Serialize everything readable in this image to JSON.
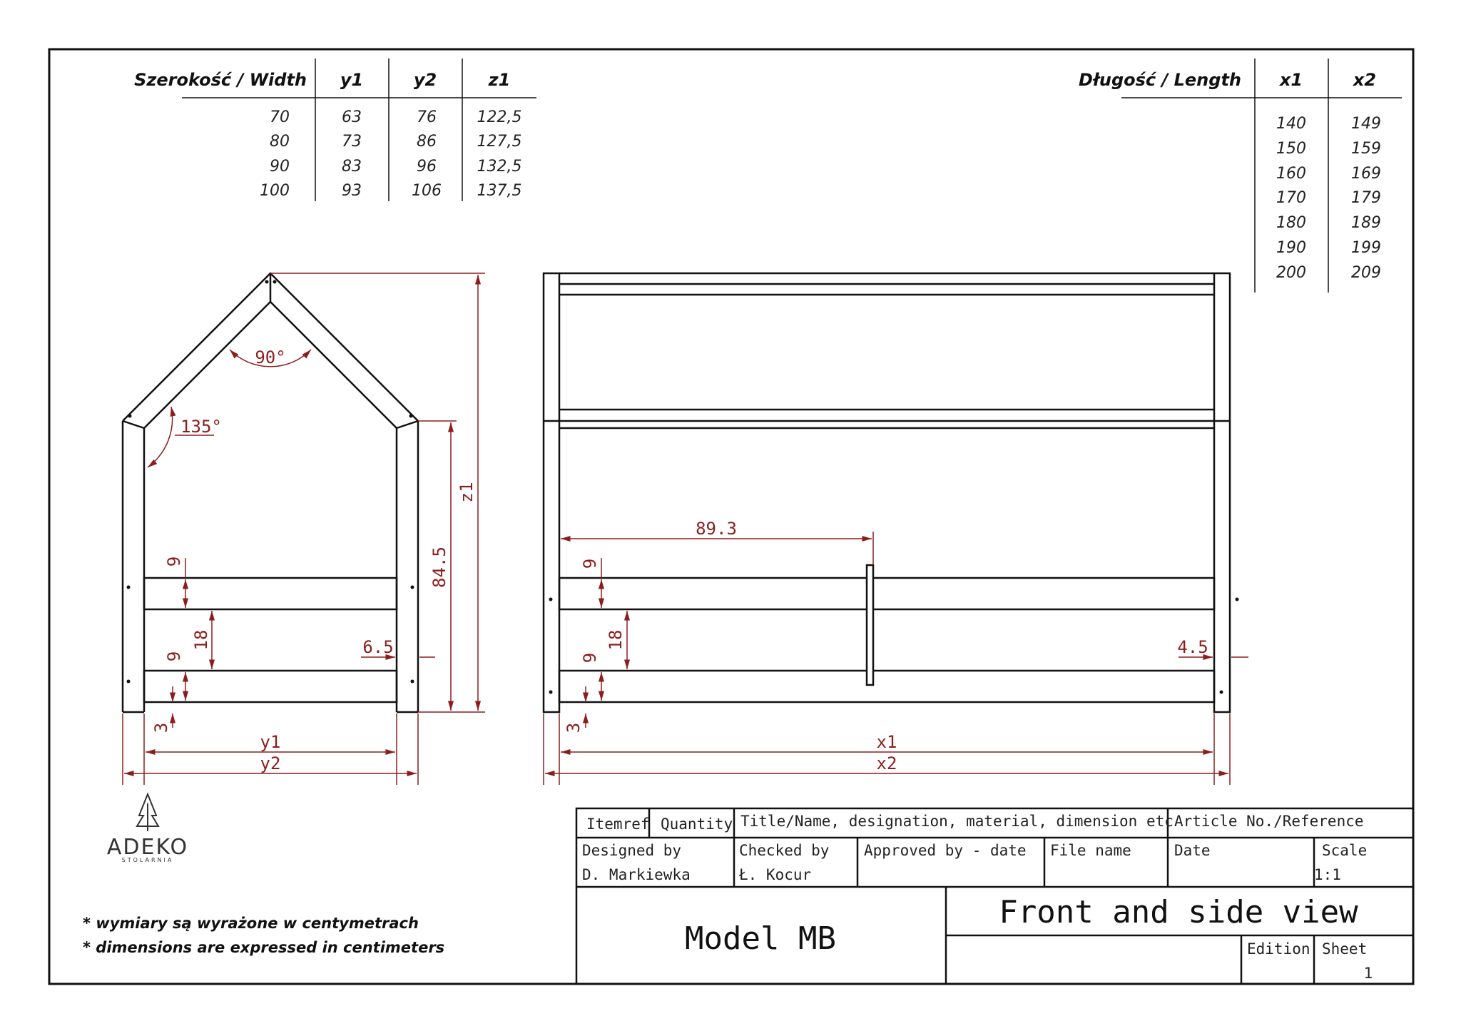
{
  "width_table": {
    "headers": [
      "Szerokość / Width",
      "y1",
      "y2",
      "z1"
    ],
    "rows": [
      [
        "70",
        "63",
        "76",
        "122,5"
      ],
      [
        "80",
        "73",
        "86",
        "127,5"
      ],
      [
        "90",
        "83",
        "96",
        "132,5"
      ],
      [
        "100",
        "93",
        "106",
        "137,5"
      ]
    ]
  },
  "length_table": {
    "headers": [
      "Długość / Length",
      "x1",
      "x2"
    ],
    "rows": [
      [
        "140",
        "149"
      ],
      [
        "150",
        "159"
      ],
      [
        "160",
        "169"
      ],
      [
        "170",
        "179"
      ],
      [
        "180",
        "189"
      ],
      [
        "190",
        "199"
      ],
      [
        "200",
        "209"
      ]
    ]
  },
  "front_view": {
    "angle_top": "90°",
    "angle_side": "135°",
    "dim_z1": "z1",
    "dim_wall": "84.5",
    "dim_rail_a": "9",
    "dim_gap": "18",
    "dim_rail_b": "9",
    "dim_bottom": "3",
    "dim_post": "6.5",
    "dim_y1": "y1",
    "dim_y2": "y2"
  },
  "side_view": {
    "dim_divider": "89.3",
    "dim_rail_a": "9",
    "dim_gap": "18",
    "dim_rail_b": "9",
    "dim_bottom": "3",
    "dim_post": "4.5",
    "dim_x1": "x1",
    "dim_x2": "x2"
  },
  "logo": {
    "name": "ADEKO",
    "sub": "STOLARNIA"
  },
  "notes": [
    "* wymiary są wyrażone w centymetrach",
    "* dimensions are expressed in centimeters"
  ],
  "title_block": {
    "itemref": "Itemref",
    "quantity": "Quantity",
    "title_label": "Title/Name, designation, material, dimension etc",
    "article": "Article No./Reference",
    "designed_by_label": "Designed by",
    "designed_by": "D. Markiewka",
    "checked_by_label": "Checked by",
    "checked_by": "Ł. Kocur",
    "approved_label": "Approved by - date",
    "file_name_label": "File name",
    "date_label": "Date",
    "scale_label": "Scale",
    "scale": "1:1",
    "model": "Model MB",
    "view_title": "Front and side view",
    "edition_label": "Edition",
    "sheet_label": "Sheet",
    "sheet": "1"
  },
  "colors": {
    "line": "#111111",
    "dimension": "#8b1d1d"
  }
}
